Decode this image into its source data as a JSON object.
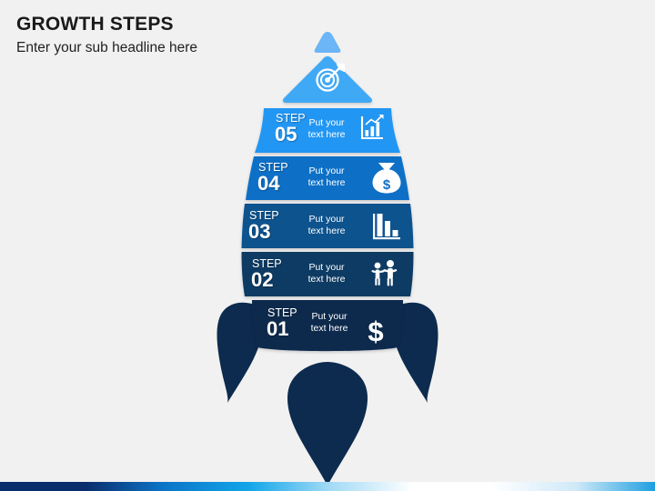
{
  "slide": {
    "background_color": "#f1f1f1",
    "title": "GROWTH STEPS",
    "subtitle": "Enter your sub headline here"
  },
  "rocket": {
    "tip": {
      "name": "rocket-tip",
      "color": "#6cb5f7"
    },
    "nose_cone": {
      "name": "rocket-nose-cone",
      "color": "#3fa9f5",
      "icon": "target-dart-icon"
    },
    "fins": {
      "left": {
        "name": "rocket-fin-left",
        "color": "#0d2b4e"
      },
      "right": {
        "name": "rocket-fin-right",
        "color": "#0d2b4e"
      }
    },
    "flame": {
      "name": "rocket-flame",
      "color": "#0d2b4e"
    }
  },
  "steps": [
    {
      "id": "step-05",
      "step_label": "STEP",
      "step_number": "05",
      "text_line1": "Put your",
      "text_line2": "text here",
      "icon": "growth-bar-chart-icon",
      "color": "#2196f3"
    },
    {
      "id": "step-04",
      "step_label": "STEP",
      "step_number": "04",
      "text_line1": "Put your",
      "text_line2": "text here",
      "icon": "money-bag-icon",
      "color": "#0f6fc6"
    },
    {
      "id": "step-03",
      "step_label": "STEP",
      "step_number": "03",
      "text_line1": "Put your",
      "text_line2": "text here",
      "icon": "declining-bar-chart-icon",
      "color": "#0b538e"
    },
    {
      "id": "step-02",
      "step_label": "STEP",
      "step_number": "02",
      "text_line1": "Put your",
      "text_line2": "text here",
      "icon": "two-people-icon",
      "color": "#0c3a63"
    },
    {
      "id": "step-01",
      "step_label": "STEP",
      "step_number": "01",
      "text_line1": "Put your",
      "text_line2": "text here",
      "icon": "dollar-sign-icon",
      "color": "#0d2b4e"
    }
  ],
  "footer": {
    "name": "gradient-accent-bar",
    "stops": [
      "#0a2d6b",
      "#0a2d6b",
      "#0c74c8",
      "#12a6e8",
      "#9fd9f5",
      "#ffffff",
      "#ffffff",
      "#cfe9f8",
      "#1e9fe0"
    ]
  }
}
